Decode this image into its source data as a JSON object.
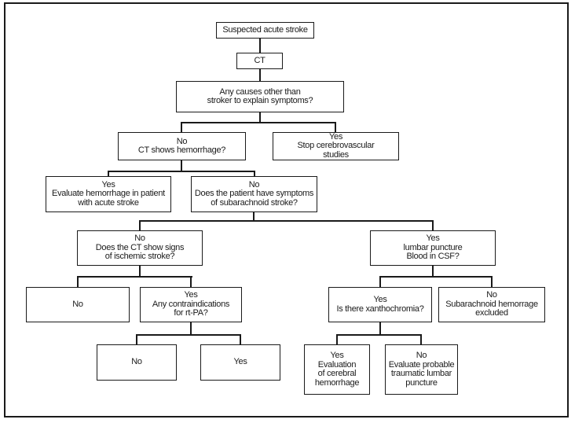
{
  "diagram": {
    "type": "flowchart",
    "line_color": "#1a1a1a",
    "background_color": "#ffffff",
    "nodes": {
      "suspected_acute_stroke": {
        "label": "Suspected acute stroke"
      },
      "ct": {
        "label": "CT"
      },
      "other_causes": {
        "label": "Any causes other than\nstroker to explain symptoms?"
      },
      "ct_shows_hemorrhage": {
        "label": "No\nCT shows hemorrhage?"
      },
      "stop_cerebrovascular_studies": {
        "label": "Yes\nStop cerebrovascular\nstudies"
      },
      "evaluate_hemorrhage_acute_stroke": {
        "label": "Yes\nEvaluate hemorrhage in patient\nwith acute stroke"
      },
      "subarachnoid_symptoms": {
        "label": "No\nDoes the patient have symptoms\nof subarachnoid stroke?"
      },
      "ischemic_signs": {
        "label": "No\nDoes the CT show signs\nof ischemic stroke?"
      },
      "lumbar_puncture_blood_csf": {
        "label": "Yes\nlumbar puncture\nBlood in CSF?"
      },
      "ischemic_no": {
        "label": "No"
      },
      "rtpa_contraindications": {
        "label": "Yes\nAny contraindications\nfor rt-PA?"
      },
      "xanthochromia": {
        "label": "Yes\nIs there xanthochromia?"
      },
      "subarachnoid_excluded": {
        "label": "No\nSubarachnoid hemorrage\nexcluded"
      },
      "contraindications_no": {
        "label": "No"
      },
      "contraindications_yes": {
        "label": "Yes"
      },
      "cerebral_hemorrhage_evaluation": {
        "label": "Yes\nEvaluation\nof cerebral\nhemorrhage"
      },
      "traumatic_lumbar_puncture": {
        "label": "No\nEvaluate probable\ntraumatic lumbar\npuncture"
      }
    }
  }
}
